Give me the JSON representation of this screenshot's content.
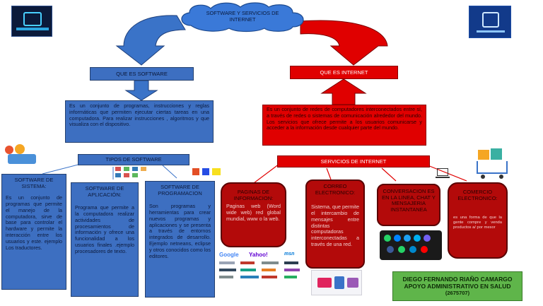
{
  "header": {
    "title": "SOFTWARE Y SERVICIOS DE INTERNET"
  },
  "software": {
    "que_es": "QUE ES SOFTWARE",
    "definicion": "Es un conjunto de programas, instrucciones y reglas informáticas que permiten ejecutar ciertas tareas en una computadora. Para realizar instrucciones , algoritmos y que visualiza con el dispositivo.",
    "tipos": "TIPOS DE SOFTWARE",
    "sistema": {
      "title": "SOFTWARE DE SISTEMA:",
      "text": "Es un conjunto de programas que permite el manejo de la computadora, sirve de base para controlar el hardware y permite la interacción entre los usuarios y este. ejemplo Los traductores."
    },
    "aplicacion": {
      "title": "SOFTWARE DE APLICACIÓN:",
      "text": "Programa que permite a la computadora realizar actividades de procesamientos de información y ofrece una funcionalidad a los usuarios finales .ejemplo procesadores de texto."
    },
    "programacion": {
      "title": "SOFTWARE DE PROGRAMACION",
      "text": "Son programas y herramientas para crear nuevos programas y aplicaciones y se presenta a través de entornos integrados de desarrollo. Ejemplo netneans, eclipse y otros conocidos como los editores."
    }
  },
  "internet": {
    "que_es": "QUE ES INTERNET",
    "definicion": "Es un conjunto de redes de computadores interconectados entre sí, a través de redes o sistemas de comunicación alrededor del mundo. Los servicios que ofrece permite a los usuarios comunicarse y acceder a la información desde cualquier parte del mundo.",
    "servicios": "SERVICIOS DE INTERNET",
    "paginas": {
      "title": "PAGINAS DE INFORMACION:",
      "text": "Paginas web (Word wide web) red global mundial, www o la web."
    },
    "correo": {
      "title": "CORREO ELECTRONICO:",
      "text": "Sistema, que permite el intercambio de mensajes entre distintas computadoras interconectadas a través de una red."
    },
    "conversacion": {
      "title": "CONVERSACION ES EN LA LINEA, CHAT Y MENSAJERIA INSTANTANEA"
    },
    "comercio": {
      "title": "COMERCIO ELECTRONICO:",
      "text": "es una forma de que la gente compre y venda productos a/ por mesor"
    }
  },
  "logos": [
    "Google",
    "Yahoo!",
    "msn"
  ],
  "author": {
    "line1": "DIEGO FERNANDO RIAÑO CAMARGO",
    "line2": "APOYO ADMINISTRATIVO EN SALUD",
    "line3": "(2675707)"
  },
  "colors": {
    "blue": "#3d6fc1",
    "red": "#e00000",
    "dark_red": "#b30a0a",
    "green": "#5fb54a"
  }
}
